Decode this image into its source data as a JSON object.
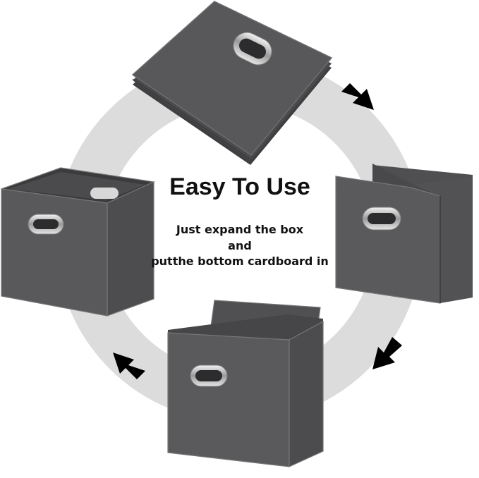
{
  "headline": "Easy To Use",
  "instructions": {
    "line1": "Just expand the box",
    "line2": "and",
    "line3": "putthe bottom cardboard in"
  },
  "colors": {
    "ring": "#dcdcdc",
    "fabric": "#58585a",
    "fabric_dark": "#434345",
    "fabric_light": "#6a6a6c",
    "arrow": "#000000"
  },
  "steps": [
    {
      "name": "folded-box",
      "icon": "folded-box"
    },
    {
      "name": "unfolding-box",
      "icon": "unfolding-box"
    },
    {
      "name": "box-with-bottom-board",
      "icon": "box-with-board"
    },
    {
      "name": "finished-box",
      "icon": "open-box"
    }
  ]
}
